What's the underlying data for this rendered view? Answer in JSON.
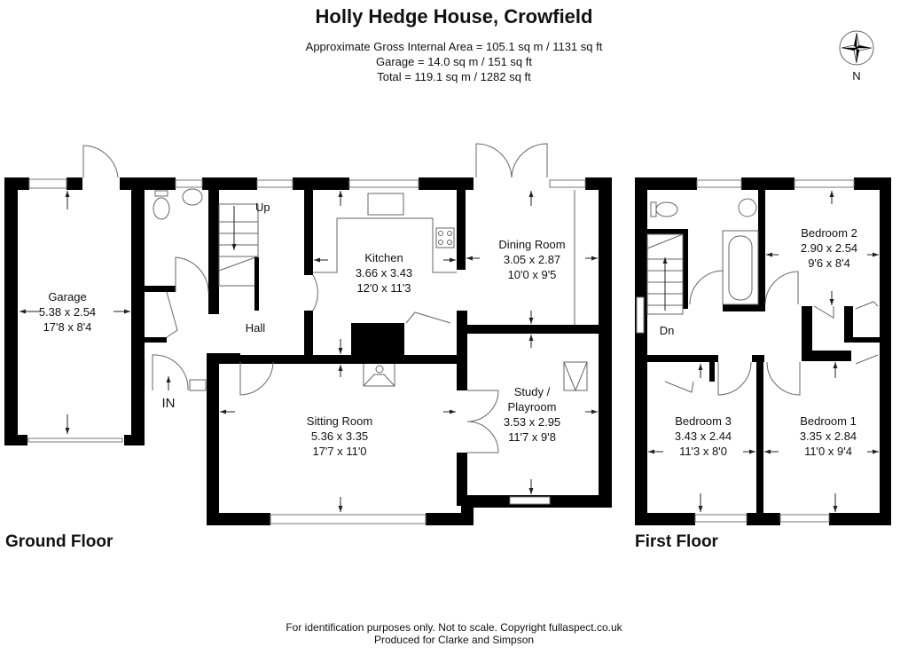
{
  "header": {
    "title": "Holly Hedge House, Crowfield",
    "area_lines": [
      "Approximate Gross Internal Area = 105.1 sq m / 1131 sq ft",
      "Garage = 14.0 sq m / 151 sq ft",
      "Total = 119.1 sq m / 1282 sq ft"
    ]
  },
  "compass": {
    "label": "N",
    "icon": "compass-rose-icon"
  },
  "ground_floor": {
    "label": "Ground Floor",
    "rooms": [
      {
        "name": "Garage",
        "metric": "5.38 x 2.54",
        "imperial": "17'8 x 8'4"
      },
      {
        "name": "Kitchen",
        "metric": "3.66 x 3.43",
        "imperial": "12'0 x 11'3"
      },
      {
        "name": "Dining Room",
        "metric": "3.05 x 2.87",
        "imperial": "10'0 x 9'5"
      },
      {
        "name": "Sitting Room",
        "metric": "5.36 x 3.35",
        "imperial": "17'7 x 11'0"
      },
      {
        "name": "Study /",
        "name2": "Playroom",
        "metric": "3.53 x 2.95",
        "imperial": "11'7 x 9'8"
      }
    ],
    "hall_label": "Hall",
    "stairs_label": "Up",
    "entrance_label": "IN"
  },
  "first_floor": {
    "label": "First Floor",
    "rooms": [
      {
        "name": "Bedroom 2",
        "metric": "2.90 x 2.54",
        "imperial": "9'6 x 8'4"
      },
      {
        "name": "Bedroom 3",
        "metric": "3.43 x 2.44",
        "imperial": "11'3 x 8'0"
      },
      {
        "name": "Bedroom 1",
        "metric": "3.35 x 2.84",
        "imperial": "11'0 x 9'4"
      }
    ],
    "stairs_label": "Dn"
  },
  "footer": {
    "line1": "For identification purposes only. Not to scale. Copyright fullaspect.co.uk",
    "line2": "Produced for Clarke and Simpson"
  },
  "colors": {
    "wall": "#000000",
    "fixture": "#666666",
    "background": "#ffffff"
  }
}
